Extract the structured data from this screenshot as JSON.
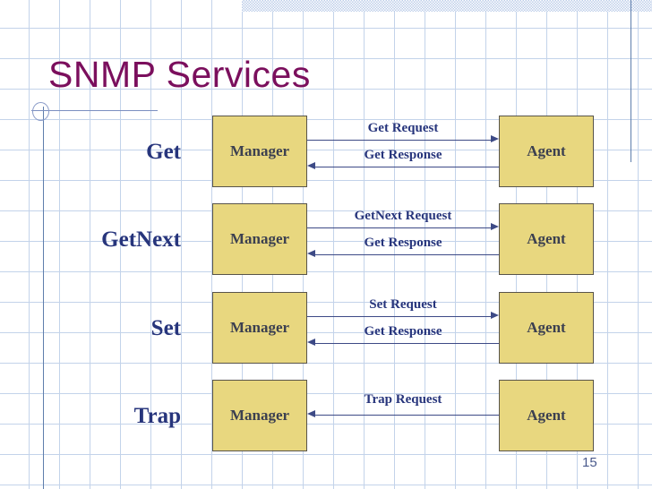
{
  "slide": {
    "title": "SNMP Services",
    "page_number": "15",
    "title_color": "#7b0f5d",
    "box_fill_color": "#e8d77f",
    "box_border_color": "#58544a",
    "arrow_color": "#3d4a86",
    "label_color": "#27357c",
    "grid_line_color": "#c3d3ea"
  },
  "rows": [
    {
      "label": "Get",
      "manager": "Manager",
      "agent": "Agent",
      "arrows": [
        {
          "label": "Get Request",
          "direction": "right"
        },
        {
          "label": "Get Response",
          "direction": "left"
        }
      ]
    },
    {
      "label": "GetNext",
      "manager": "Manager",
      "agent": "Agent",
      "arrows": [
        {
          "label": "GetNext Request",
          "direction": "right"
        },
        {
          "label": "Get Response",
          "direction": "left"
        }
      ]
    },
    {
      "label": "Set",
      "manager": "Manager",
      "agent": "Agent",
      "arrows": [
        {
          "label": "Set Request",
          "direction": "right"
        },
        {
          "label": "Get Response",
          "direction": "left"
        }
      ]
    },
    {
      "label": "Trap",
      "manager": "Manager",
      "agent": "Agent",
      "arrows": [
        {
          "label": "Trap Request",
          "direction": "left"
        }
      ]
    }
  ]
}
